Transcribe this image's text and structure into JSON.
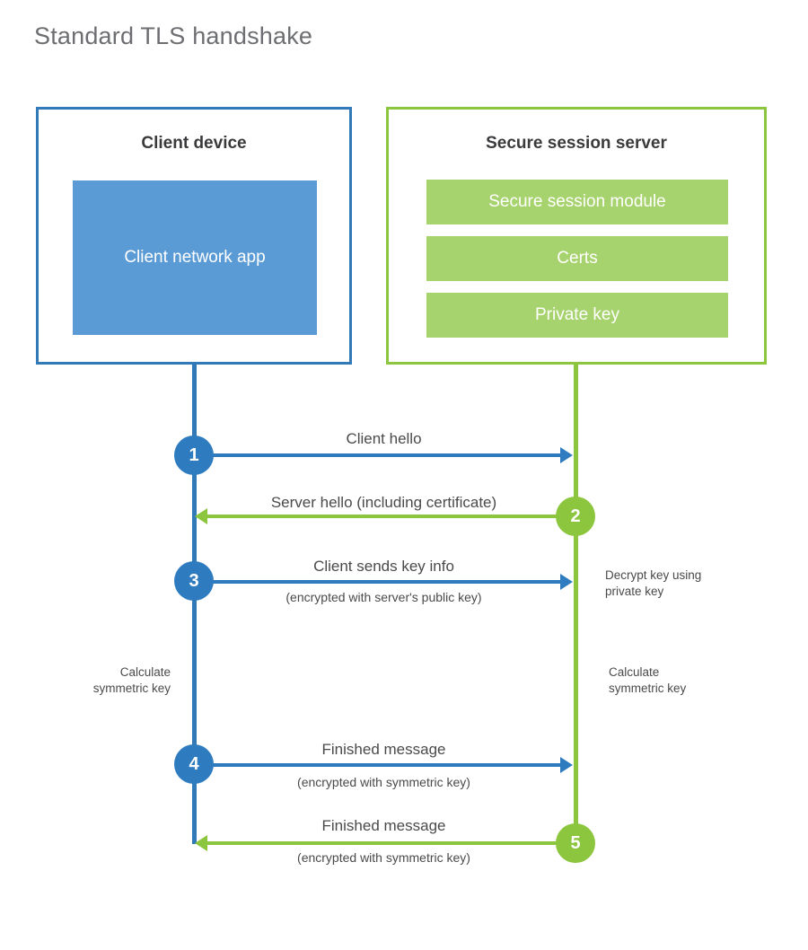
{
  "title": "Standard TLS handshake",
  "client": {
    "box_title": "Client device",
    "app_label": "Client network app",
    "border_color": "#3279b7",
    "app_fill_color": "#5b9bd5",
    "lifeline_color": "#3279b7"
  },
  "server": {
    "box_title": "Secure session server",
    "border_color": "#8cc63e",
    "bar_fill_color": "#a7d36e",
    "lifeline_color": "#8cc63e",
    "bars": [
      {
        "label": "Secure session module"
      },
      {
        "label": "Certs"
      },
      {
        "label": "Private key"
      }
    ]
  },
  "steps": [
    {
      "number": "1",
      "label": "Client hello",
      "sub": "",
      "direction": "client-to-server",
      "color": "#2e7cbf"
    },
    {
      "number": "2",
      "label": "Server hello (including certificate)",
      "sub": "",
      "direction": "server-to-client",
      "color": "#8cc63e"
    },
    {
      "number": "3",
      "label": "Client sends key info",
      "sub": "(encrypted with server's public key)",
      "direction": "client-to-server",
      "color": "#2e7cbf"
    },
    {
      "number": "4",
      "label": "Finished message",
      "sub": "(encrypted with symmetric key)",
      "direction": "client-to-server",
      "color": "#2e7cbf"
    },
    {
      "number": "5",
      "label": "Finished message",
      "sub": "(encrypted with symmetric key)",
      "direction": "server-to-client",
      "color": "#8cc63e"
    }
  ],
  "annotations": {
    "decrypt_key": "Decrypt key using\nprivate key",
    "client_calculate": "Calculate\nsymmetric key",
    "server_calculate": "Calculate\nsymmetric key"
  }
}
